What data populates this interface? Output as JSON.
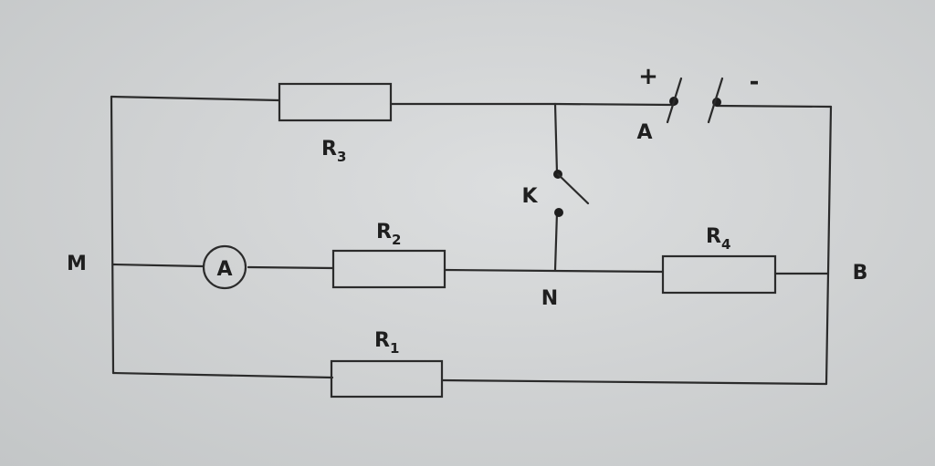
{
  "nodes": {
    "m": "M",
    "n": "N",
    "b": "B",
    "a": "A"
  },
  "resistors": {
    "r1": {
      "base": "R",
      "sub": "1"
    },
    "r2": {
      "base": "R",
      "sub": "2"
    },
    "r3": {
      "base": "R",
      "sub": "3"
    },
    "r4": {
      "base": "R",
      "sub": "4"
    }
  },
  "ammeter_label": "A",
  "switch_label": "K",
  "battery": {
    "plus": "+",
    "minus": "-"
  }
}
